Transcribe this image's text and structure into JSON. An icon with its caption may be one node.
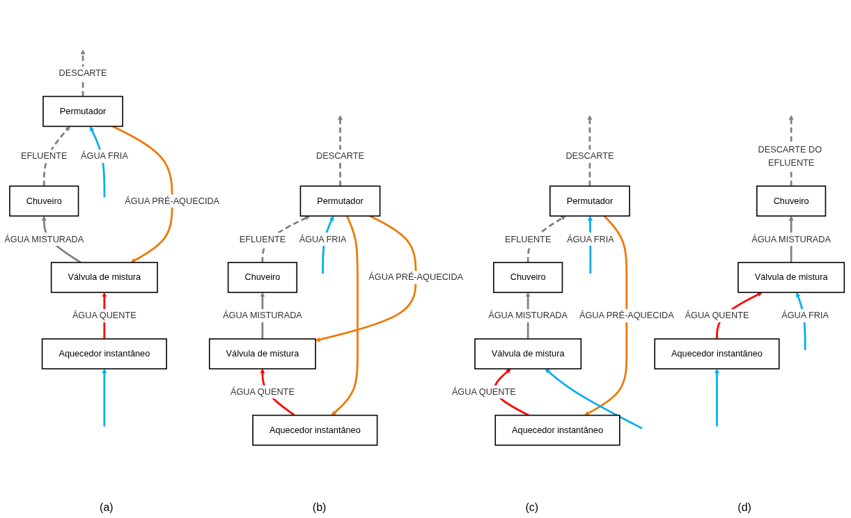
{
  "diagram": {
    "nodes": [
      {
        "text": [
          "Aquecedor instantâneo"
        ]
      },
      {
        "text": [
          "Válvula de mistura"
        ]
      },
      {
        "text": [
          "Permutador"
        ]
      },
      {
        "text": [
          "Chuveiro"
        ]
      },
      {
        "text": [
          "Aquecedor instantâneo"
        ]
      },
      {
        "text": [
          "Válvula de mistura"
        ]
      },
      {
        "text": [
          "Permutador"
        ]
      },
      {
        "text": [
          "Chuveiro"
        ]
      },
      {
        "text": [
          "Aquecedor instantâneo"
        ]
      },
      {
        "text": [
          "Válvula de mistura"
        ]
      },
      {
        "text": [
          "Permutador"
        ]
      },
      {
        "text": [
          "Chuveiro"
        ]
      },
      {
        "text": [
          "Aquecedor instantâneo"
        ]
      },
      {
        "text": [
          "Válvula de mistura"
        ]
      },
      {
        "text": [
          "Chuveiro"
        ]
      }
    ],
    "edges": [
      {
        "from": 0,
        "to": 1,
        "arrow": "to",
        "label": "ÁGUA QUENTE",
        "color": "#ff0000"
      },
      {
        "from": 1,
        "to": 3,
        "arrow": "to",
        "label": "ÁGUA MISTURADA"
      },
      {
        "from": 3,
        "to": 2,
        "arrow": "to",
        "label": "EFLUENTE",
        "style": "dashed"
      },
      {
        "from": 2,
        "to": 0,
        "arrow": "to",
        "color": "#f07800"
      },
      {
        "from": 2,
        "to": 1,
        "arrow": "to",
        "label": "ÁGUA PRÉ-AQUECIDA",
        "color": "#f07800"
      },
      {
        "from": 2,
        "to": null,
        "arrow": "to",
        "label": "DESCARTE",
        "style": "dashed"
      },
      {
        "from": null,
        "to": 2,
        "arrow": "to",
        "label": "ÁGUA FRIA",
        "color": "#00aeef"
      },
      {
        "from": 4,
        "to": 5,
        "arrow": "to",
        "label": "ÁGUA QUENTE",
        "color": "#ff0000"
      },
      {
        "from": 5,
        "to": 7,
        "arrow": "to",
        "label": "ÁGUA MISTURADA"
      },
      {
        "from": 7,
        "to": 6,
        "arrow": "to",
        "label": "EFLUENTE",
        "style": "dashed"
      },
      {
        "from": 6,
        "to": 4,
        "arrow": "to",
        "label": "ÁGUA PRÉ-AQUECIDA",
        "color": "#f07800"
      },
      {
        "from": 6,
        "to": null,
        "arrow": "to",
        "label": "DESCARTE",
        "style": "dashed"
      },
      {
        "from": null,
        "to": 6,
        "arrow": "to",
        "label": "ÁGUA FRIA",
        "color": "#00aeef"
      },
      {
        "from": null,
        "to": 5,
        "arrow": "to",
        "color": "#00aeef"
      },
      {
        "from": 8,
        "to": 9,
        "arrow": "to",
        "label": "ÁGUA QUENTE",
        "color": "#ff0000"
      },
      {
        "from": 9,
        "to": 11,
        "arrow": "to",
        "label": "ÁGUA MISTURADA"
      },
      {
        "from": 11,
        "to": 10,
        "arrow": "to",
        "label": "EFLUENTE",
        "style": "dashed"
      },
      {
        "from": 10,
        "to": 9,
        "arrow": "to",
        "label": "ÁGUA PRÉ-AQUECIDA",
        "color": "#f07800"
      },
      {
        "from": 10,
        "to": null,
        "arrow": "to",
        "label": "DESCARTE",
        "style": "dashed"
      },
      {
        "from": null,
        "to": 10,
        "arrow": "to",
        "label": "ÁGUA FRIA",
        "color": "#00aeef"
      },
      {
        "from": null,
        "to": 8,
        "arrow": "to",
        "color": "#00aeef"
      },
      {
        "from": 12,
        "to": 13,
        "arrow": "to",
        "label": "ÁGUA QUENTE",
        "color": "#ff0000"
      },
      {
        "from": 13,
        "to": 14,
        "arrow": "to",
        "label": "ÁGUA MISTURADA"
      },
      {
        "from": null,
        "to": 12,
        "arrow": "to",
        "color": "#00aeef"
      },
      {
        "from": null,
        "to": 13,
        "arrow": "to",
        "label": "ÁGUA FRIA",
        "color": "#00aeef"
      },
      {
        "from": 14,
        "to": null,
        "arrow": "to",
        "label": "DESCARTE DO EFLUENTE",
        "style": "dashed"
      }
    ],
    "labels": [
      "(a)",
      "(b)",
      "(c)",
      "(d)"
    ]
  }
}
